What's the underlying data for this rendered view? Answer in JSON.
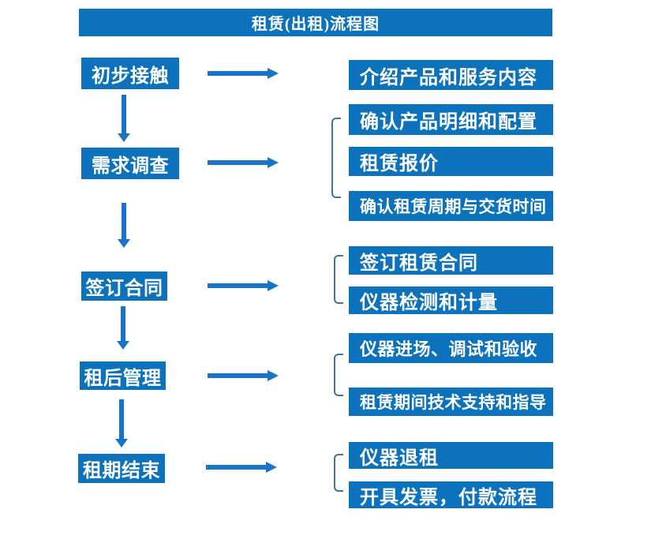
{
  "title": "租赁(出租)流程图",
  "colors": {
    "box_fill": "#0C72BC",
    "arrow": "#1874C9",
    "bracket": "#41719C",
    "box_text": "#FFFFFF",
    "background": "#FFFFFF"
  },
  "steps": [
    {
      "label": "初步接触",
      "outputs": [
        "介绍产品和服务内容"
      ]
    },
    {
      "label": "需求调查",
      "outputs": [
        "确认产品明细和配置",
        "租赁报价",
        "确认租赁周期与交货时间"
      ]
    },
    {
      "label": "签订合同",
      "outputs": [
        "签订租赁合同",
        "仪器检测和计量"
      ]
    },
    {
      "label": "租后管理",
      "outputs": [
        "仪器进场、调试和验收",
        "租赁期间技术支持和指导"
      ]
    },
    {
      "label": "租期结束",
      "outputs": [
        "仪器退租",
        "开具发票，付款流程"
      ]
    }
  ]
}
